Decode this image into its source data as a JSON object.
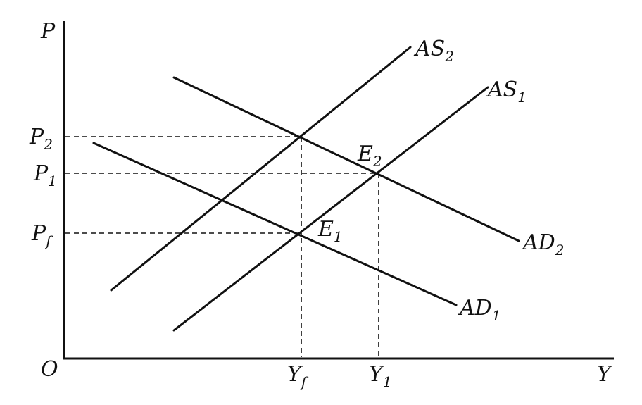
{
  "axes": {
    "origin": "O",
    "y_axis": "P",
    "x_axis": "Y"
  },
  "curves": {
    "as2": {
      "main": "AS",
      "sub": "2"
    },
    "as1": {
      "main": "AS",
      "sub": "1"
    },
    "ad2": {
      "main": "AD",
      "sub": "2"
    },
    "ad1": {
      "main": "AD",
      "sub": "1"
    }
  },
  "points": {
    "e1": {
      "main": "E",
      "sub": "1"
    },
    "e2": {
      "main": "E",
      "sub": "2"
    }
  },
  "price_levels": {
    "p2": {
      "main": "P",
      "sub": "2"
    },
    "p1": {
      "main": "P",
      "sub": "1"
    },
    "pf": {
      "main": "P",
      "sub": "f"
    }
  },
  "output_levels": {
    "yf": {
      "main": "Y",
      "sub": "f"
    },
    "y1": {
      "main": "Y",
      "sub": "1"
    }
  }
}
